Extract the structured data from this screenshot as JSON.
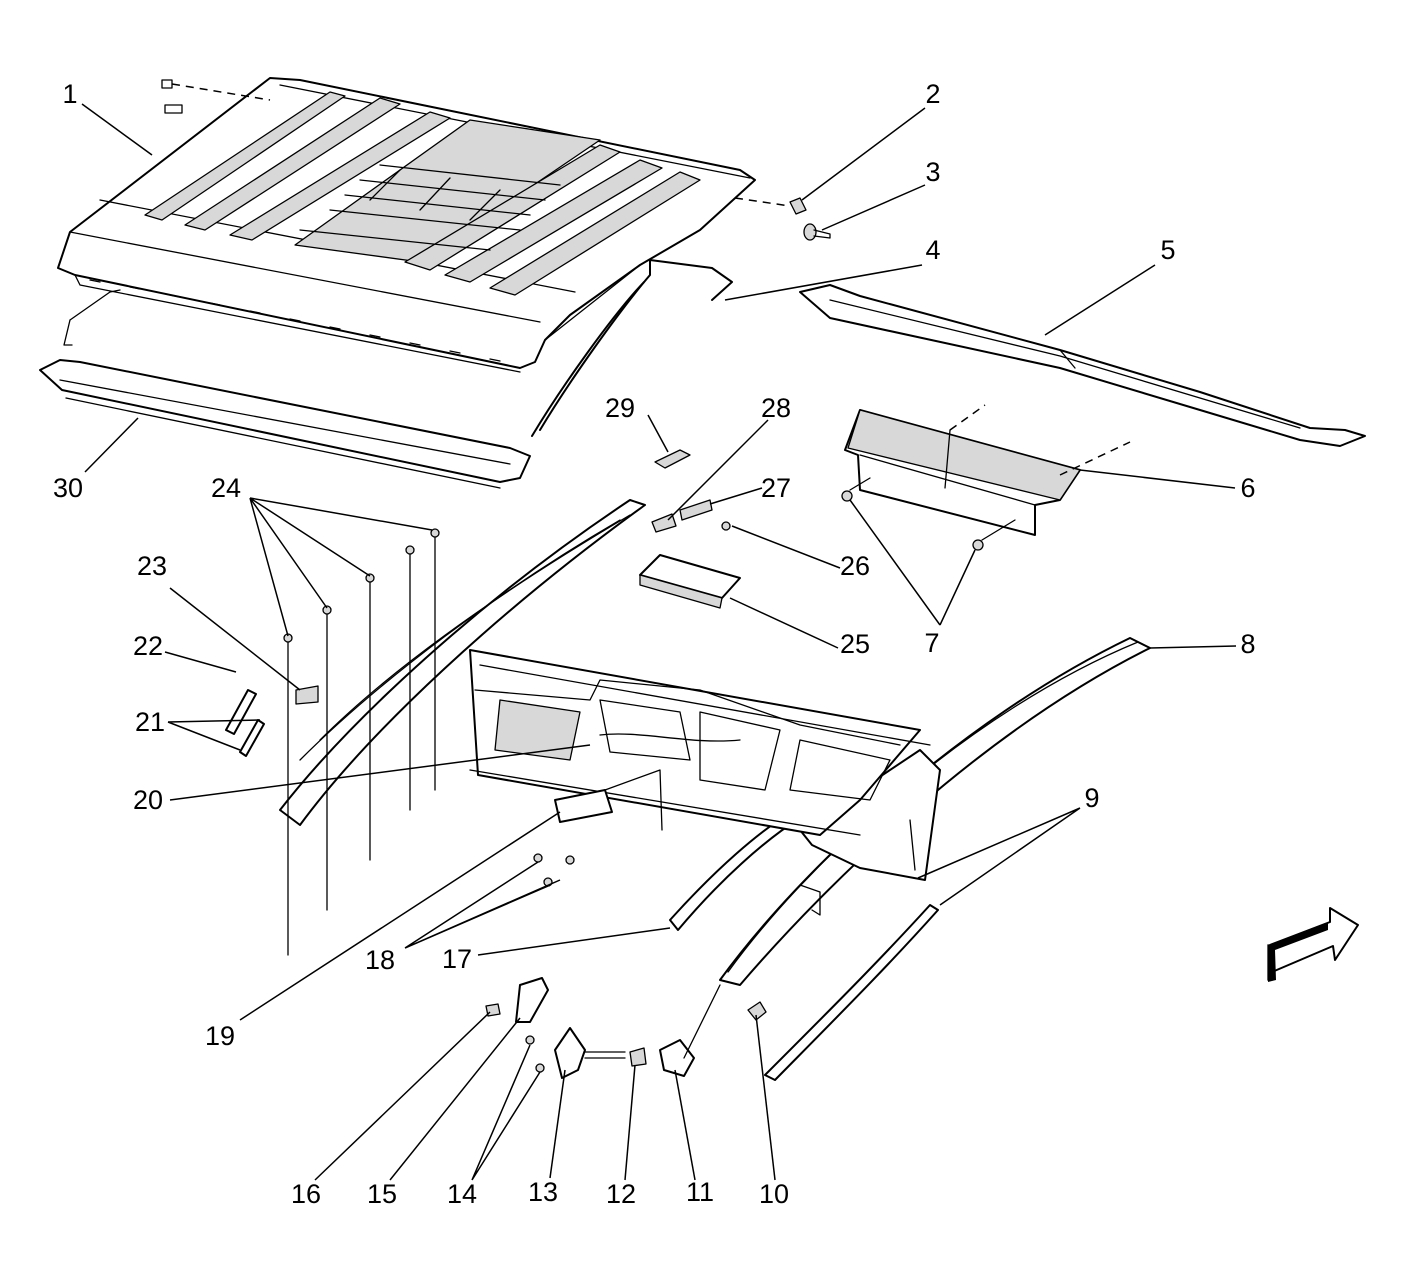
{
  "callouts": [
    {
      "id": "1",
      "text": "1"
    },
    {
      "id": "2",
      "text": "2"
    },
    {
      "id": "3",
      "text": "3"
    },
    {
      "id": "4",
      "text": "4"
    },
    {
      "id": "5",
      "text": "5"
    },
    {
      "id": "6",
      "text": "6"
    },
    {
      "id": "7",
      "text": "7"
    },
    {
      "id": "8",
      "text": "8"
    },
    {
      "id": "9",
      "text": "9"
    },
    {
      "id": "10",
      "text": "10"
    },
    {
      "id": "11",
      "text": "11"
    },
    {
      "id": "12",
      "text": "12"
    },
    {
      "id": "13",
      "text": "13"
    },
    {
      "id": "14",
      "text": "14"
    },
    {
      "id": "15",
      "text": "15"
    },
    {
      "id": "16",
      "text": "16"
    },
    {
      "id": "17",
      "text": "17"
    },
    {
      "id": "18",
      "text": "18"
    },
    {
      "id": "19",
      "text": "19"
    },
    {
      "id": "20",
      "text": "20"
    },
    {
      "id": "21",
      "text": "21"
    },
    {
      "id": "22",
      "text": "22"
    },
    {
      "id": "23",
      "text": "23"
    },
    {
      "id": "24",
      "text": "24"
    },
    {
      "id": "25",
      "text": "25"
    },
    {
      "id": "26",
      "text": "26"
    },
    {
      "id": "27",
      "text": "27"
    },
    {
      "id": "28",
      "text": "28"
    },
    {
      "id": "29",
      "text": "29"
    },
    {
      "id": "30",
      "text": "30"
    }
  ],
  "icons": {
    "direction_arrow": "front-direction-arrow-icon"
  },
  "colors": {
    "line": "#000000",
    "background": "#ffffff"
  }
}
